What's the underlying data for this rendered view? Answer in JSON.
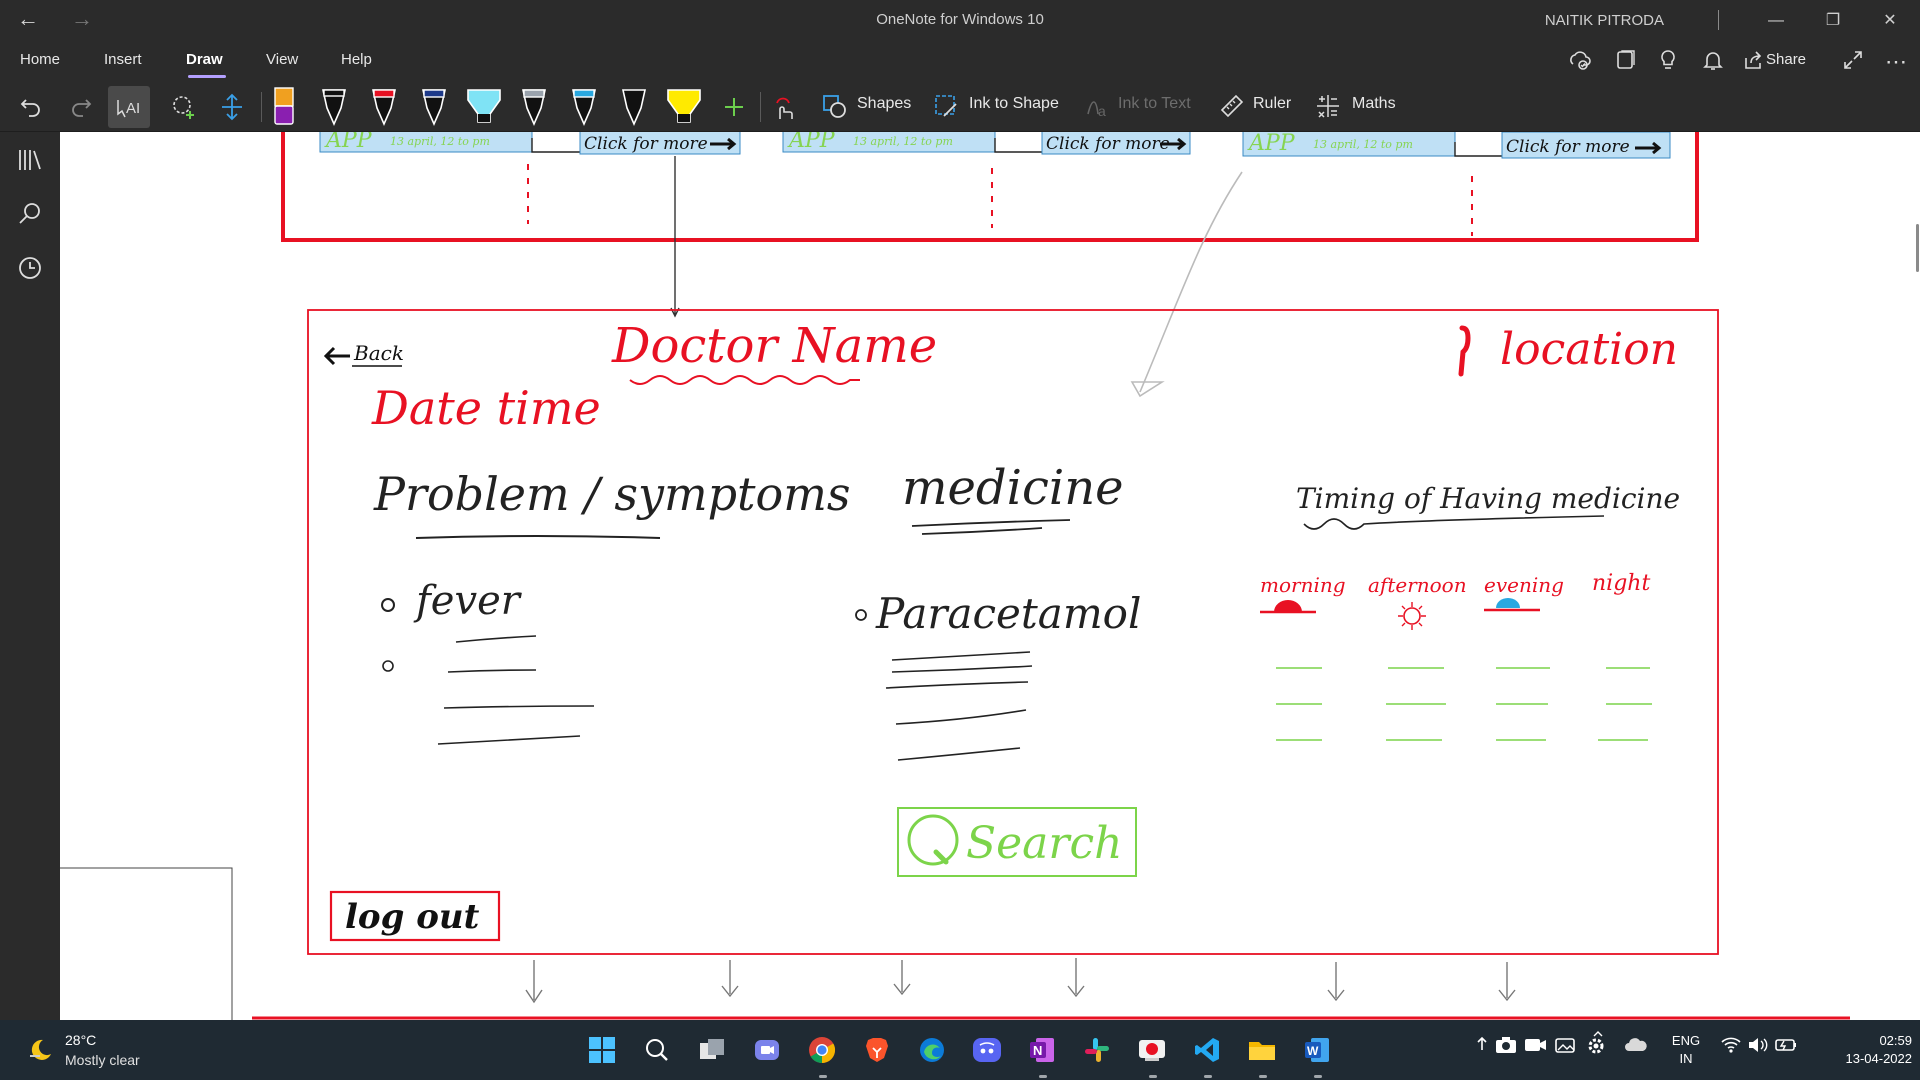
{
  "window": {
    "title": "OneNote for Windows 10",
    "user": "NAITIK PITRODA",
    "back_glyph": "←",
    "forward_glyph": "→",
    "minimize_glyph": "—",
    "maximize_glyph": "❐",
    "close_glyph": "✕"
  },
  "menu": {
    "items": [
      "Home",
      "Insert",
      "Draw",
      "View",
      "Help"
    ],
    "active": "Draw",
    "share_label": "Share",
    "more_glyph": "⋯"
  },
  "toolbar": {
    "pens": [
      {
        "name": "pencil-orange-purple",
        "color": "#f0a020"
      },
      {
        "name": "pen-black",
        "color": "#111111"
      },
      {
        "name": "pen-red",
        "color": "#e81123"
      },
      {
        "name": "pen-dark-blue",
        "color": "#1e3a8a"
      },
      {
        "name": "highlighter-cyan",
        "color": "#7fe3f5"
      },
      {
        "name": "pen-galaxy",
        "color": "#9aa3ad"
      },
      {
        "name": "pen-light-blue",
        "color": "#29a8e0"
      },
      {
        "name": "pen-black-2",
        "color": "#111111"
      },
      {
        "name": "highlighter-yellow",
        "color": "#ffea00"
      }
    ],
    "shapes_label": "Shapes",
    "ink_to_shape_label": "Ink to Shape",
    "ink_to_text_label": "Ink to Text",
    "ruler_label": "Ruler",
    "maths_label": "Maths"
  },
  "page": {
    "top_cards": [
      {
        "app_label": "APP",
        "date": "13 april, 12 to pm",
        "button": "Click for more"
      },
      {
        "app_label": "APP",
        "date": "13 april, 12 to pm",
        "button": "Click for more"
      },
      {
        "app_label": "APP",
        "date": "13 april, 12 to pm",
        "button": "Click for more"
      }
    ],
    "back_label": "Back",
    "doctor_name": "Doctor Name",
    "location_label": "location",
    "date_time": "Date time",
    "problem_heading": "Problem / symptoms",
    "medicine_heading": "medicine",
    "timing_heading": "Timing of Having medicine",
    "symptom_item": "fever",
    "medicine_item": "Paracetamol",
    "timings": [
      "morning",
      "afternoon",
      "evening",
      "night"
    ],
    "search_label": "Search",
    "logout_label": "log out"
  },
  "colors": {
    "ink_red": "#e81123",
    "ink_green": "#7cd44a",
    "ink_black": "#222222",
    "card_blue": "#bfe0f5",
    "app_text_green": "#86d451"
  },
  "taskbar": {
    "temperature": "28°C",
    "weather": "Mostly clear",
    "apps": [
      "windows-start",
      "search",
      "task-view",
      "teams",
      "chrome",
      "brave",
      "edge",
      "discord",
      "onenote",
      "slack",
      "screen-recorder",
      "vscode",
      "file-explorer",
      "word"
    ],
    "lang_top": "ENG",
    "lang_bottom": "IN",
    "time": "02:59",
    "date": "13-04-2022"
  }
}
